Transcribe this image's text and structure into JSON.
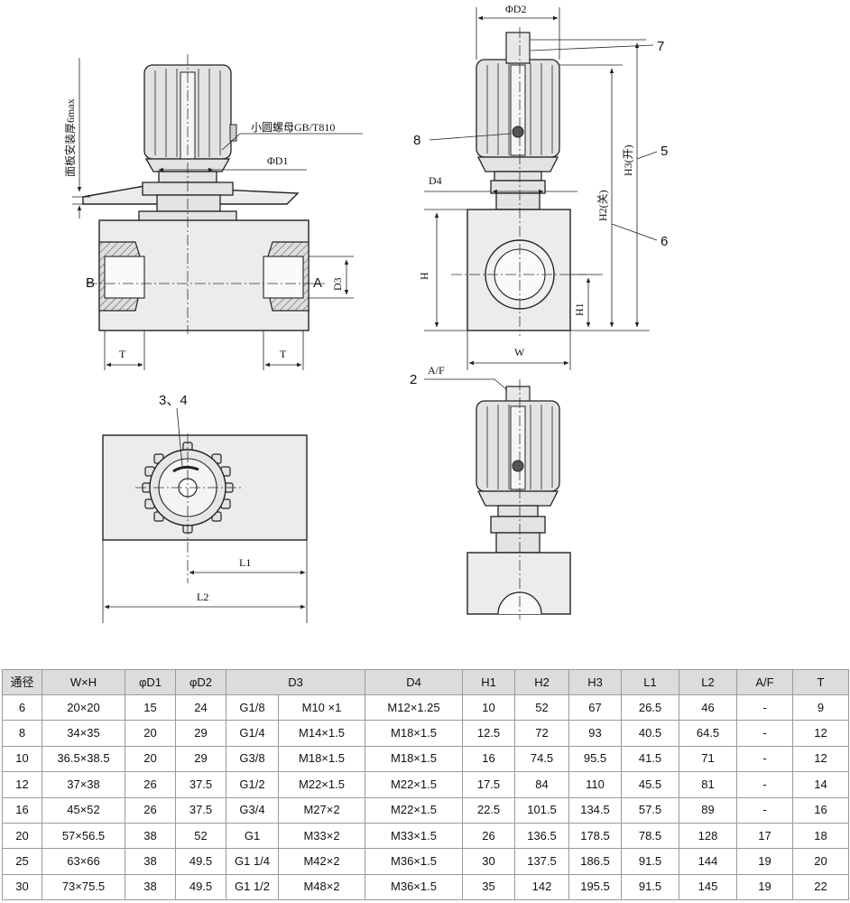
{
  "drawing": {
    "labels": {
      "panel_thickness": "面板安装厚6max",
      "round_nut": "小圆螺母GB/T810",
      "phi_d1": "ΦD1",
      "phi_d2": "ΦD2",
      "d3": "D3",
      "d4": "D4",
      "port_b": "B",
      "port_a": "A",
      "t_left": "T",
      "t_right": "T",
      "h": "H",
      "h1": "H1",
      "h2": "H2(关)",
      "h3": "H3(开)",
      "w": "W",
      "l1": "L1",
      "l2": "L2",
      "af": "A/F",
      "callout_2": "2",
      "callout_34": "3、4",
      "callout_5": "5",
      "callout_6": "6",
      "callout_7": "7",
      "callout_8": "8"
    }
  },
  "table": {
    "headers": [
      "通径",
      "W×H",
      "φD1",
      "φD2",
      "D3",
      "D4",
      "H1",
      "H2",
      "H3",
      "L1",
      "L2",
      "A/F",
      "T"
    ],
    "rows": [
      [
        "6",
        "20×20",
        "15",
        "24",
        "G1/8",
        "M10 ×1",
        "M12×1.25",
        "10",
        "52",
        "67",
        "26.5",
        "46",
        "-",
        "9"
      ],
      [
        "8",
        "34×35",
        "20",
        "29",
        "G1/4",
        "M14×1.5",
        "M18×1.5",
        "12.5",
        "72",
        "93",
        "40.5",
        "64.5",
        "-",
        "12"
      ],
      [
        "10",
        "36.5×38.5",
        "20",
        "29",
        "G3/8",
        "M18×1.5",
        "M18×1.5",
        "16",
        "74.5",
        "95.5",
        "41.5",
        "71",
        "-",
        "12"
      ],
      [
        "12",
        "37×38",
        "26",
        "37.5",
        "G1/2",
        "M22×1.5",
        "M22×1.5",
        "17.5",
        "84",
        "110",
        "45.5",
        "81",
        "-",
        "14"
      ],
      [
        "16",
        "45×52",
        "26",
        "37.5",
        "G3/4",
        "M27×2",
        "M22×1.5",
        "22.5",
        "101.5",
        "134.5",
        "57.5",
        "89",
        "-",
        "16"
      ],
      [
        "20",
        "57×56.5",
        "38",
        "52",
        "G1",
        "M33×2",
        "M33×1.5",
        "26",
        "136.5",
        "178.5",
        "78.5",
        "128",
        "17",
        "18"
      ],
      [
        "25",
        "63×66",
        "38",
        "49.5",
        "G1 1/4",
        "M42×2",
        "M36×1.5",
        "30",
        "137.5",
        "186.5",
        "91.5",
        "144",
        "19",
        "20"
      ],
      [
        "30",
        "73×75.5",
        "38",
        "49.5",
        "G1 1/2",
        "M48×2",
        "M36×1.5",
        "35",
        "142",
        "195.5",
        "91.5",
        "145",
        "19",
        "22"
      ]
    ]
  }
}
